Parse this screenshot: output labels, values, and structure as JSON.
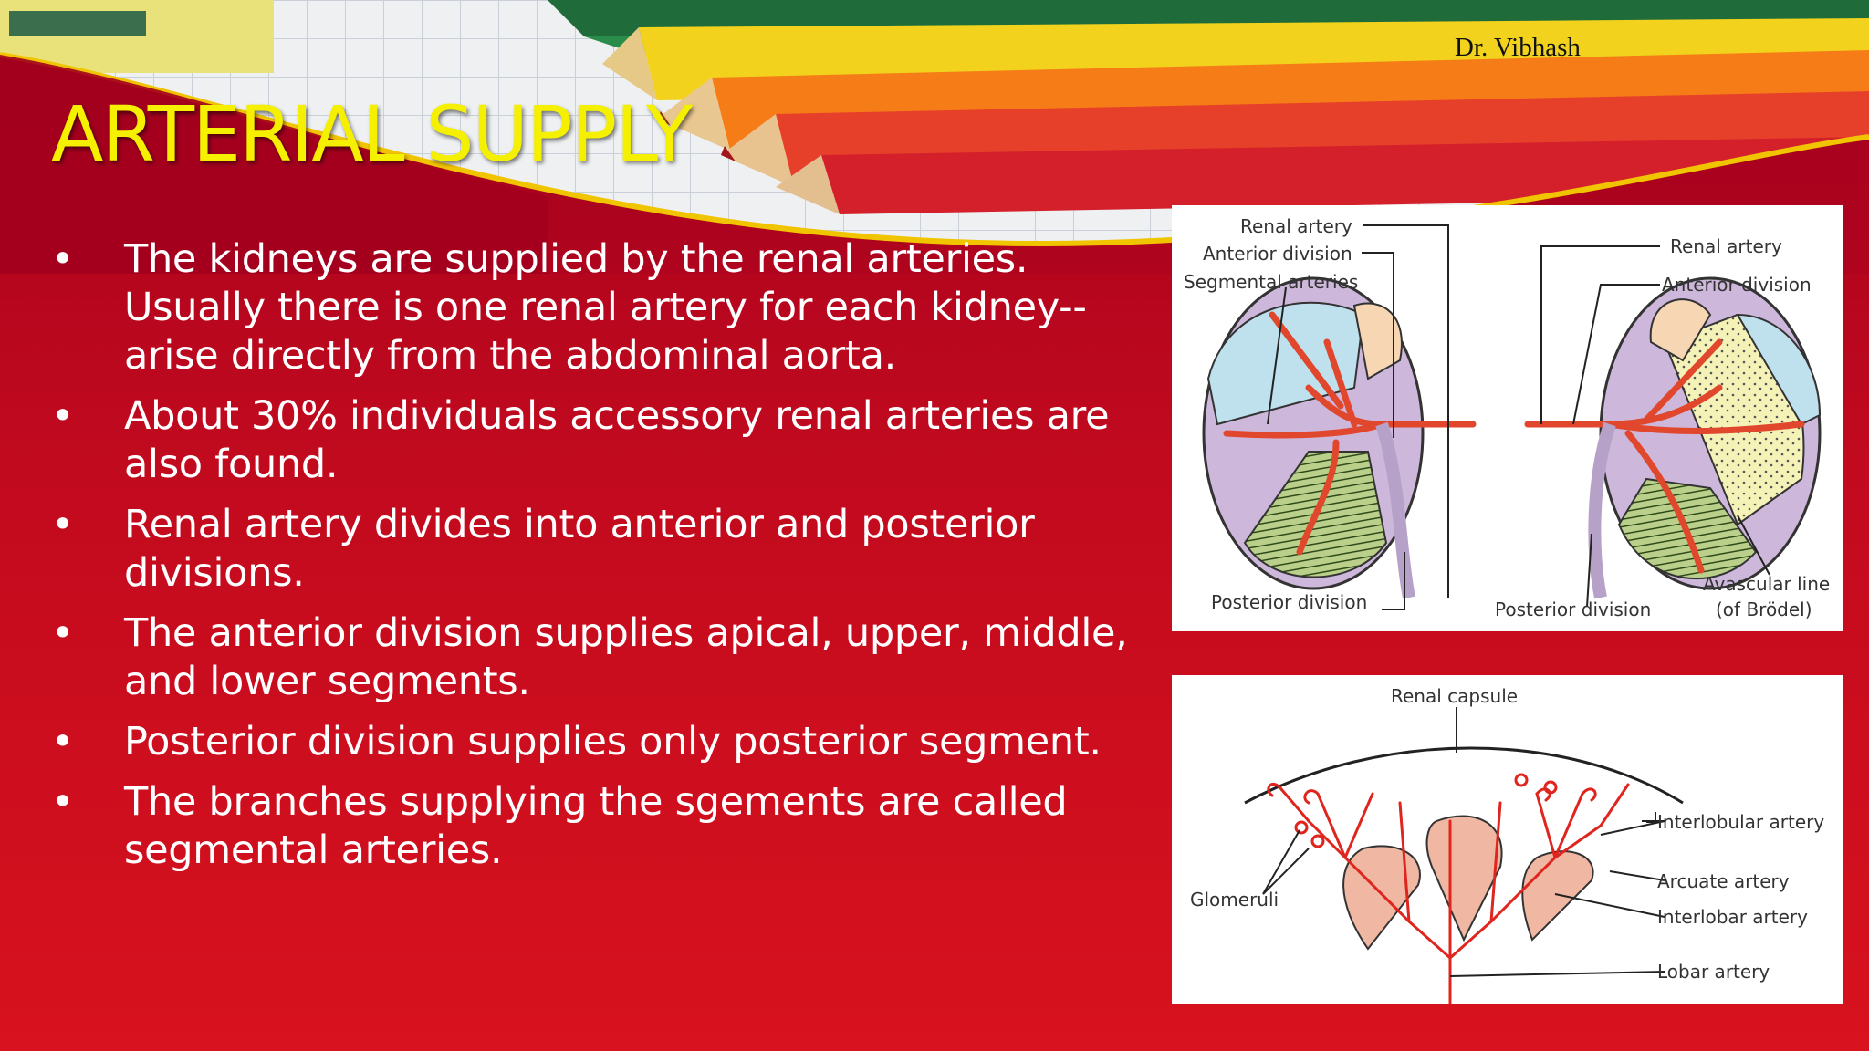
{
  "slide": {
    "author": "Dr. Vibhash",
    "title": "ARTERIAL SUPPLY",
    "bullets": [
      "The kidneys are supplied by the renal arteries. Usually there is one renal artery for each kidney-- arise directly from the abdominal aorta.",
      "About 30% individuals accessory renal arteries are also found.",
      "Renal artery divides into anterior and posterior divisions.",
      "The anterior division supplies apical, upper, middle, and lower segments.",
      "Posterior division supplies only posterior segment.",
      "The branches supplying the sgements are called segmental arteries."
    ],
    "bullet_symbol": "•"
  },
  "figure_segments": {
    "left_labels": {
      "renal_artery": "Renal artery",
      "anterior_division": "Anterior division",
      "segmental_arteries": "Segmental arteries",
      "posterior_division": "Posterior division"
    },
    "right_labels": {
      "renal_artery": "Renal artery",
      "anterior_division": "Anterior division",
      "posterior_division": "Posterior division",
      "avascular_line_1": "Avascular line",
      "avascular_line_2": "(of Brödel)"
    }
  },
  "figure_cortex": {
    "renal_capsule": "Renal capsule",
    "glomeruli": "Glomeruli",
    "interlobular_artery": "Interlobular artery",
    "arcuate_artery": "Arcuate artery",
    "interlobar_artery": "Interlobar artery",
    "lobar_artery": "Lobar artery"
  },
  "colors": {
    "background_red": "#c20a1e",
    "title_yellow": "#f4f000",
    "artery_red": "#e0472c"
  }
}
